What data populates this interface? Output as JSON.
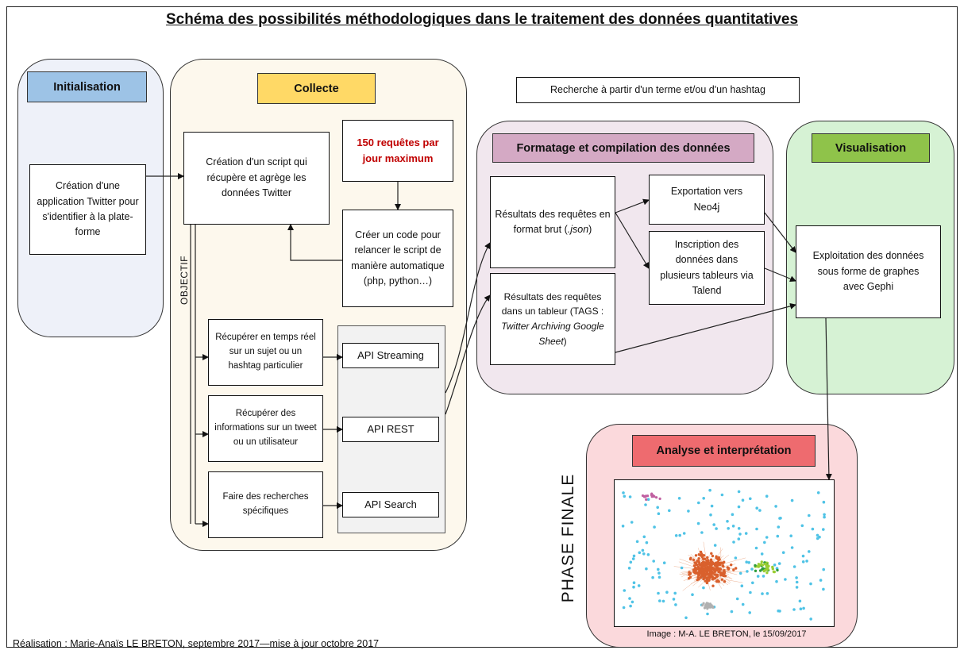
{
  "title": "Schéma des possibilités méthodologiques dans le traitement des données quantitatives",
  "colors": {
    "initialisation_panel": "#eef1f9",
    "initialisation_header": "#9dc3e6",
    "collecte_panel": "#fdf8ed",
    "collecte_header": "#ffd966",
    "formatage_panel": "#f1e7ee",
    "formatage_header": "#d4a9c4",
    "visualisation_panel": "#d6f2d4",
    "visualisation_header": "#8fc34a",
    "analyse_panel": "#fbd9dc",
    "analyse_header": "#ee6b6f",
    "limit_text": "#c00000",
    "api_panel": "#f2f2f2"
  },
  "sections": {
    "initialisation": "Initialisation",
    "collecte": "Collecte",
    "formatage": "Formatage et compilation des données",
    "visualisation": "Visualisation",
    "analyse": "Analyse et interprétation"
  },
  "boxes": {
    "creation_app": "Création d'une application Twitter pour s'identifier à la plate-forme",
    "creation_script": "Création d'un script qui récupère et agrège les données Twitter",
    "limit": "150 requêtes par jour maximum",
    "code_relance": "Créer un code pour relancer le script de manière automatique (php, python…)",
    "recherche_terme": "Recherche à partir d'un terme et/ou d'un hashtag",
    "recup_temps_reel": "Récupérer en temps réel sur un sujet ou un hashtag particulier",
    "recup_infos": "Récupérer des informations sur un tweet ou un utilisateur",
    "recherches_specifiques": "Faire des recherches spécifiques",
    "api_streaming": "API Streaming",
    "api_rest": "API REST",
    "api_search": "API Search",
    "resultats_json_text": "Résultats des requêtes en format brut (",
    "resultats_json_em": ".json",
    "resultats_json_end": ")",
    "resultats_tableur_text": "Résultats des requêtes dans un tableur (TAGS : ",
    "resultats_tableur_em": "Twitter Archiving Google Sheet",
    "resultats_tableur_end": ")",
    "export_neo4j": "Exportation vers Neo4j",
    "inscription_talend": "Inscription des données dans plusieurs tableurs via Talend",
    "exploitation_gephi": "Exploitation des données sous forme de graphes avec Gephi"
  },
  "labels": {
    "objectif": "OBJECTIF",
    "phase_finale": "PHASE FINALE",
    "image_credit": "Image : M-A. LE BRETON, le 15/09/2017",
    "footer": "Réalisation : Marie-Anaïs LE BRETON, septembre 2017—mise à jour octobre 2017"
  }
}
